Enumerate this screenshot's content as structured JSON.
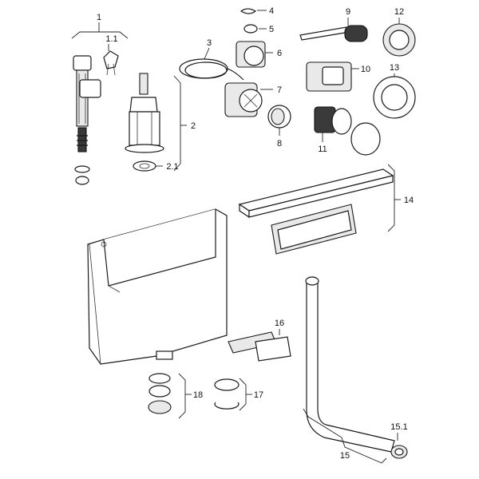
{
  "labels": {
    "p1": "1",
    "p1_1": "1.1",
    "p2": "2",
    "p2_1": "2.1",
    "p3": "3",
    "p4": "4",
    "p5": "5",
    "p6": "6",
    "p7": "7",
    "p8": "8",
    "p9": "9",
    "p10": "10",
    "p11": "11",
    "p12": "12",
    "p13": "13",
    "p14": "14",
    "p15": "15",
    "p15_1": "15.1",
    "p16": "16",
    "p17": "17",
    "p18": "18"
  }
}
